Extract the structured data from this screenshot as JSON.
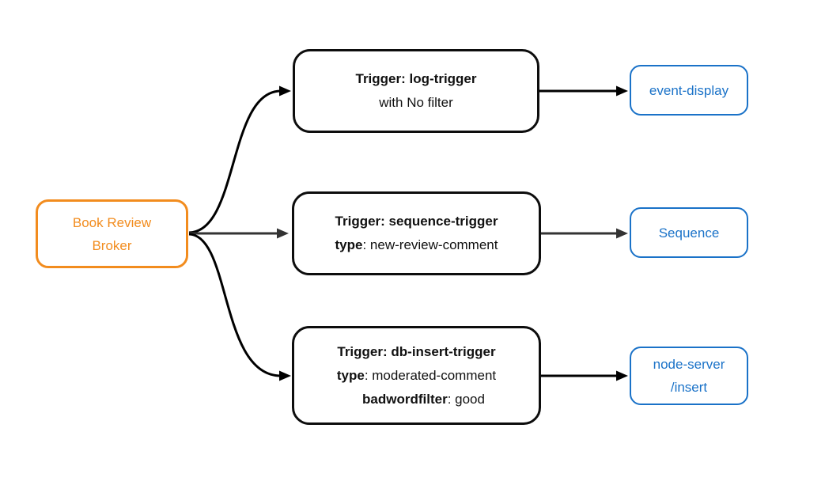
{
  "diagram": {
    "broker": {
      "line1": "Book Review",
      "line2": "Broker"
    },
    "triggers": [
      {
        "title": "Trigger: log-trigger",
        "rows": [
          {
            "bold": "",
            "rest": "with No filter"
          }
        ]
      },
      {
        "title": "Trigger: sequence-trigger",
        "rows": [
          {
            "bold": "type",
            "rest": ": new-review-comment"
          }
        ]
      },
      {
        "title": "Trigger: db-insert-trigger",
        "rows": [
          {
            "bold": "type",
            "rest": ": moderated-comment"
          },
          {
            "bold": "badwordfilter",
            "rest": ": good"
          }
        ]
      }
    ],
    "destinations": [
      {
        "label": "event-display"
      },
      {
        "label": "Sequence"
      },
      {
        "line1": "node-server",
        "line2": "/insert"
      }
    ],
    "colors": {
      "broker_accent": "#F28C1E",
      "destination_accent": "#1A72C8",
      "trigger_border": "#0D0D0D",
      "trigger_text": "#111111",
      "edge_primary": "#000000",
      "edge_secondary": "#333333",
      "background": "#FFFFFF"
    }
  }
}
